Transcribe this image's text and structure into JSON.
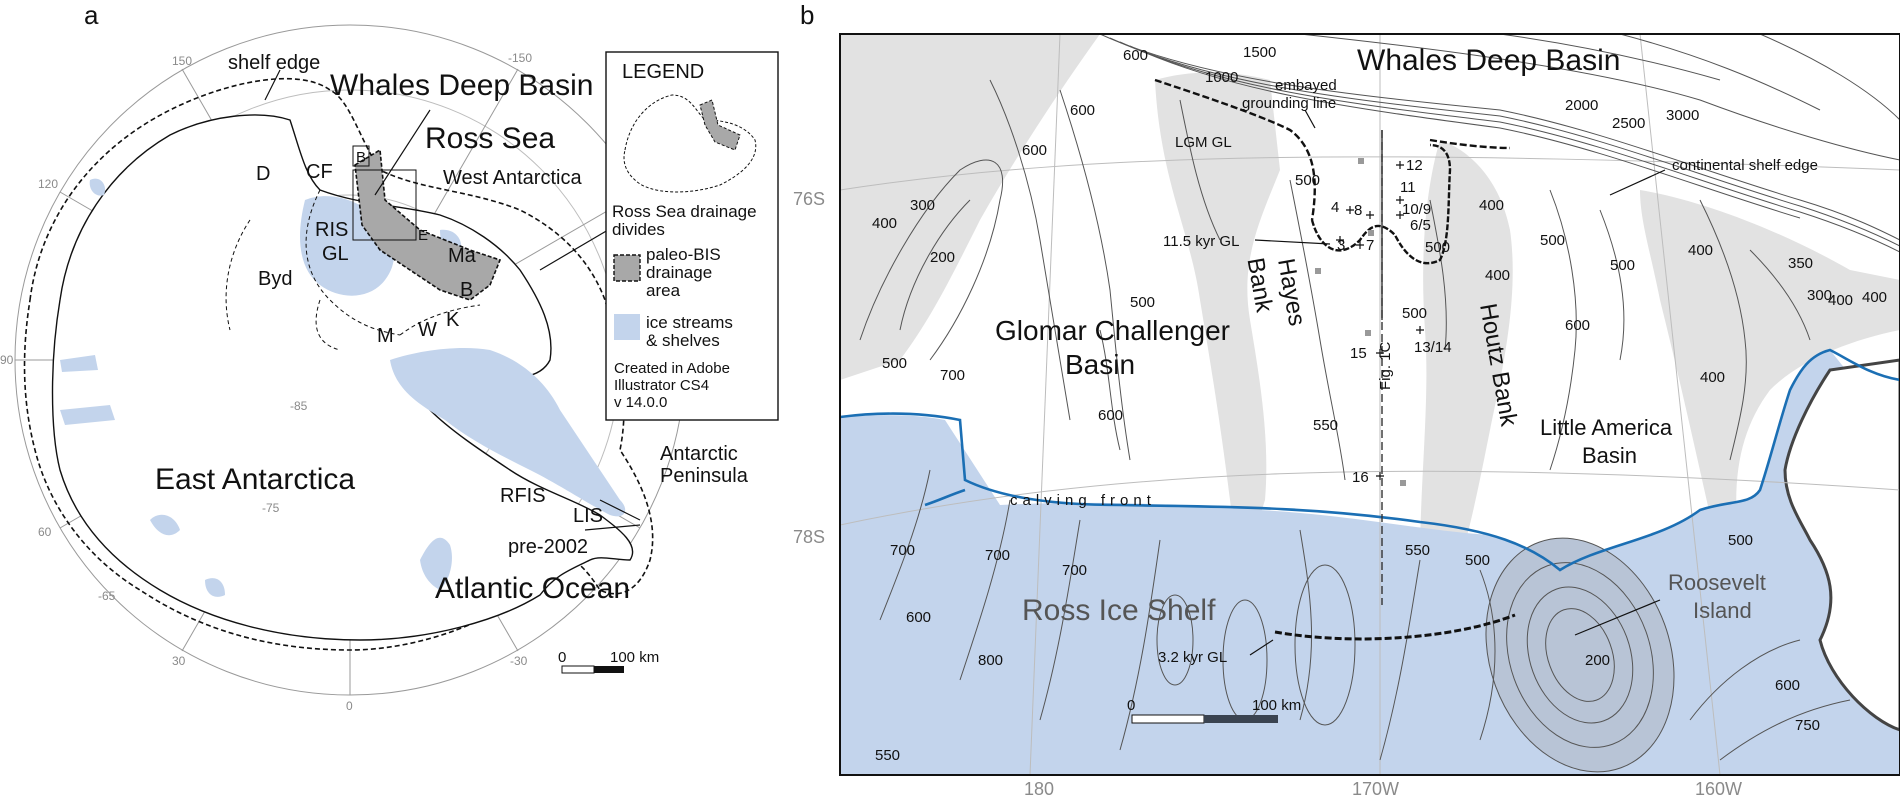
{
  "panel_a": {
    "label": "a",
    "regions": {
      "whales_deep_basin": "Whales Deep Basin",
      "ross_sea": "Ross Sea",
      "west_antarctica": "West Antarctica",
      "east_antarctica": "East Antarctica",
      "atlantic_ocean": "Atlantic Ocean",
      "antarctic_peninsula": "Antarctic\nPeninsula",
      "shelf_edge": "shelf edge"
    },
    "abbreviations": {
      "d": "D",
      "cf": "CF",
      "b_box": "B",
      "ris": "RIS",
      "gl": "GL",
      "byd": "Byd",
      "e": "E",
      "ma": "Ma",
      "b": "B",
      "m": "M",
      "w": "W",
      "k": "K",
      "rfis": "RFIS",
      "lis": "LIS",
      "pre2002": "pre-2002"
    },
    "longitudes": {
      "l150": "150",
      "lm150": "-150",
      "l120": "120",
      "l90": "90",
      "l60": "60",
      "l30": "30",
      "l0": "0",
      "lm30": "-30"
    },
    "latitudes": {
      "lm85a": "-85",
      "lm75": "-75",
      "lm65": "-65"
    },
    "legend": {
      "title": "LEGEND",
      "divides": "Ross Sea drainage divides",
      "paleo": "paleo-BIS drainage area",
      "ice": "ice streams & shelves",
      "created": "Created in Adobe Illustrator CS4 v 14.0.0"
    },
    "scale": {
      "zero": "0",
      "end": "100 km"
    },
    "colors": {
      "ice": "#c3d4ec",
      "paleo": "#a8a8a8"
    }
  },
  "panel_b": {
    "label": "b",
    "regions": {
      "whales_deep_basin": "Whales Deep Basin",
      "glomar": "Glomar Challenger\nBasin",
      "hayes": "Hayes\nBank",
      "houtz": "Houtz Bank",
      "little_america": "Little America\nBasin",
      "ross_ice_shelf": "Ross Ice Shelf",
      "roosevelt": "Roosevelt\nIsland"
    },
    "annotations": {
      "embayed": "embayed\ngrounding line",
      "lgm_gl": "LGM GL",
      "gl_115": "11.5 kyr GL",
      "gl_32": "3.2 kyr GL",
      "calving": "calving front",
      "shelf_edge": "continental shelf edge",
      "fig1c": "Fig. 1C"
    },
    "cores": {
      "c12": "12",
      "c11": "11",
      "c109": "10/9",
      "c65": "6/5",
      "c8": "8",
      "c4": "4",
      "c3": "3",
      "c7": "7",
      "c1314": "13/14",
      "c15": "15",
      "c16": "16"
    },
    "contours": {
      "c600a": "600",
      "c1000": "1000",
      "c1500": "1500",
      "c2000": "2000",
      "c2500": "2500",
      "c3000": "3000",
      "c400a": "400",
      "c300a": "300",
      "c200a": "200",
      "c500a": "500",
      "c700a": "700",
      "c600b": "600",
      "c600c": "600",
      "c500b": "500",
      "c500c": "500",
      "c500d": "500",
      "c400b": "400",
      "c400c": "400",
      "c500e": "500",
      "c550a": "550",
      "c600d": "600",
      "c600e": "600",
      "c500f": "500",
      "c500g": "500",
      "c400d": "400",
      "c350": "350",
      "c300b": "300",
      "c400e": "400",
      "c400f": "400",
      "c400g": "400",
      "c700b": "700",
      "c700c": "700",
      "c700d": "700",
      "c600f": "600",
      "c800": "800",
      "c550b": "550",
      "c550c": "550",
      "c500h": "500",
      "c500i": "500",
      "c200b": "200",
      "c600g": "600",
      "c750": "750",
      "c500j": "500"
    },
    "lat_labels": {
      "s76": "76S",
      "s78": "78S"
    },
    "lon_labels": {
      "l180": "180",
      "l170w": "170W",
      "l160w": "160W"
    },
    "scale": {
      "zero": "0",
      "end": "100 km"
    },
    "colors": {
      "ice": "#c3d4ec",
      "bank": "#e2e2e2",
      "coast": "#1b6fb4"
    }
  }
}
